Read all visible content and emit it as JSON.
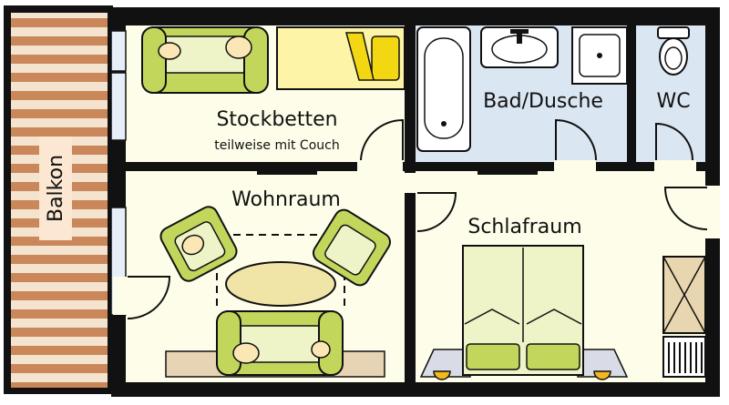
{
  "rooms": {
    "balcony": "Balkon",
    "bunk_room": "Stockbetten",
    "bunk_room_note": "teilweise mit Couch",
    "bathroom": "Bad/Dusche",
    "wc": "WC",
    "living_room": "Wohnraum",
    "bedroom": "Schlafraum"
  },
  "colors": {
    "wall": "#111111",
    "floor_living": "#fdfde9",
    "floor_bath": "#dbe6f3",
    "balcony_stripe_a": "#c9875a",
    "balcony_stripe_b": "#f3e3cf",
    "furniture_green": "#c2d65c",
    "furniture_light": "#eef3c8",
    "cushion": "#fbe7b5",
    "bed_sheet": "#fdf4a8",
    "pillow_yellow": "#f2d712",
    "rug": "#e7d4b4",
    "table": "#f0e4a6",
    "lamp": "#f4b81e",
    "cabinet": "#e8d6b0"
  }
}
